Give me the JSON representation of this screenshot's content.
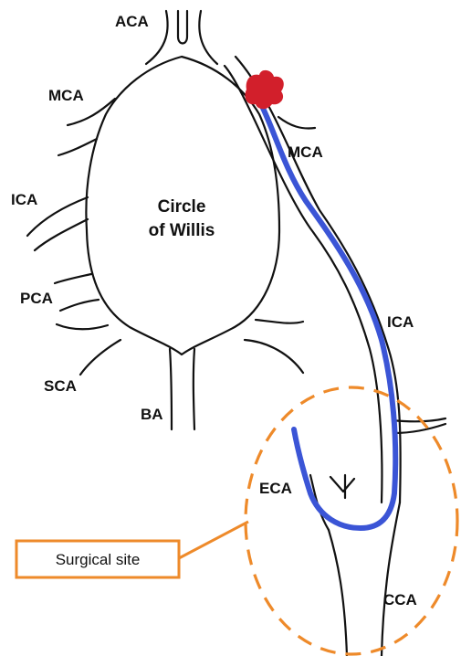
{
  "diagram": {
    "center_label": {
      "line1": "Circle",
      "line2": "of Willis"
    },
    "labels": {
      "aca": "ACA",
      "mca_left": "MCA",
      "mca_right": "MCA",
      "ica_left": "ICA",
      "ica_right": "ICA",
      "pca": "PCA",
      "sca": "SCA",
      "ba": "BA",
      "eca": "ECA",
      "cca": "CCA"
    },
    "callout": {
      "text": "Surgical site"
    },
    "colors": {
      "vessel_outline": "#111111",
      "catheter": "#3b55d6",
      "aneurysm": "#d21f2b",
      "surgical_site": "#ee8a2a"
    }
  }
}
